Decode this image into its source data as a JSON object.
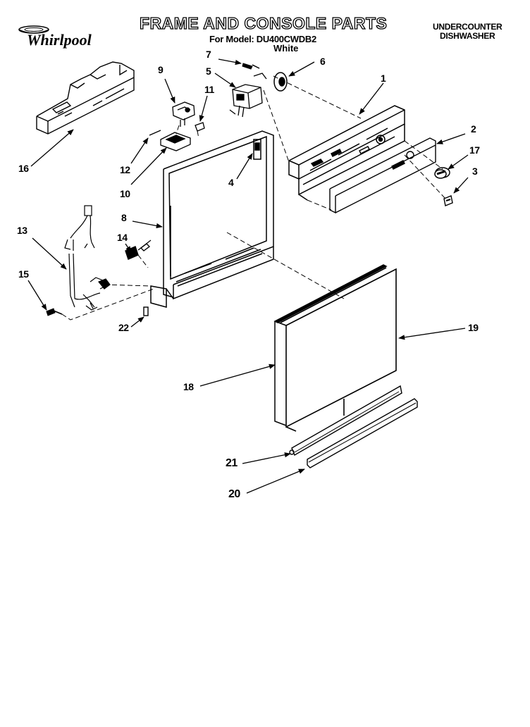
{
  "header": {
    "title": "FRAME AND CONSOLE PARTS",
    "model_line": "For Model: DU400CWDB2",
    "color": "White",
    "product_line1": "UNDERCOUNTER",
    "product_line2": "DISHWASHER",
    "brand": "Whirlpool"
  },
  "callouts": [
    {
      "id": "1",
      "label": "1"
    },
    {
      "id": "2",
      "label": "2"
    },
    {
      "id": "3",
      "label": "3"
    },
    {
      "id": "4",
      "label": "4"
    },
    {
      "id": "5",
      "label": "5"
    },
    {
      "id": "6",
      "label": "6"
    },
    {
      "id": "7",
      "label": "7"
    },
    {
      "id": "8",
      "label": "8"
    },
    {
      "id": "9",
      "label": "9"
    },
    {
      "id": "10",
      "label": "10"
    },
    {
      "id": "11",
      "label": "11"
    },
    {
      "id": "12",
      "label": "12"
    },
    {
      "id": "13",
      "label": "13"
    },
    {
      "id": "14",
      "label": "14"
    },
    {
      "id": "15",
      "label": "15"
    },
    {
      "id": "16",
      "label": "16"
    },
    {
      "id": "17",
      "label": "17"
    },
    {
      "id": "18",
      "label": "18"
    },
    {
      "id": "19",
      "label": "19"
    },
    {
      "id": "20",
      "label": "20"
    },
    {
      "id": "21",
      "label": "21"
    },
    {
      "id": "22",
      "label": "22"
    }
  ],
  "colors": {
    "ink": "#000000",
    "paper": "#ffffff"
  },
  "icons": [
    "whirlpool-logo-icon"
  ]
}
